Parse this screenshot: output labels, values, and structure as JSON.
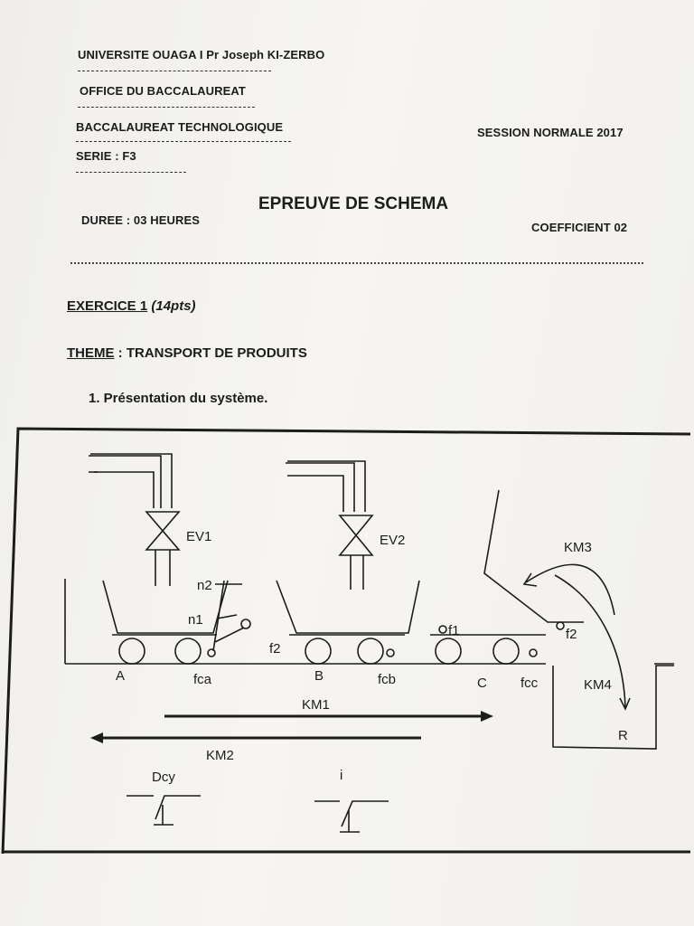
{
  "header": {
    "university": "UNIVERSITE OUAGA I Pr Joseph KI-ZERBO",
    "office": "OFFICE DU BACCALAUREAT",
    "bac": "BACCALAUREAT TECHNOLOGIQUE",
    "serie": "SERIE : F3",
    "session": "SESSION NORMALE 2017",
    "duree": "DUREE : 03 HEURES",
    "coefficient": "COEFFICIENT  02"
  },
  "title": "EPREUVE DE SCHEMA",
  "exercise": {
    "label": "EXERCICE 1",
    "points": "(14pts)",
    "theme_label": "THEME",
    "theme_value": " : TRANSPORT DE PRODUITS",
    "section": "1.  Présentation du système."
  },
  "diagram": {
    "ev1": "EV1",
    "ev2": "EV2",
    "km3": "KM3",
    "n2": "n2",
    "n1": "n1",
    "f1": "f1",
    "f2_top": "f2",
    "f2_mid": "f2",
    "a": "A",
    "fca": "fca",
    "b": "B",
    "fcb": "fcb",
    "c": "C",
    "fcc": "fcc",
    "km4": "KM4",
    "km1": "KM1",
    "r": "R",
    "km2": "KM2",
    "dcy": "Dcy",
    "i": "i"
  }
}
